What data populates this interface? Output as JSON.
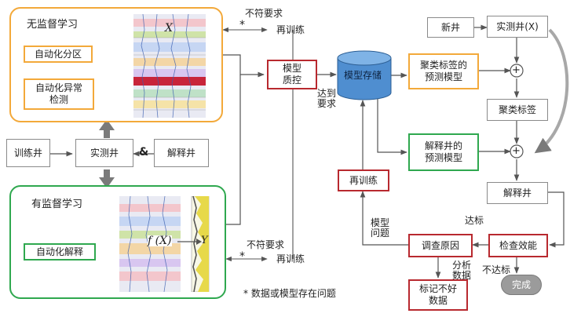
{
  "unsupervised": {
    "title": "无监督学习",
    "item1": "自动化分区",
    "item2": "自动化异常\n检测",
    "plot_label": "X"
  },
  "supervised": {
    "title": "有监督学习",
    "item1": "自动化解释",
    "plot_label": "f (X)",
    "arrow_label": "Y"
  },
  "inputs": {
    "training_well": "训练井",
    "measured_well": "实测井",
    "amp": "&",
    "interpreted_well": "解释井"
  },
  "qc": {
    "model_qc": "模型\n质控",
    "fail_top": "不符要求",
    "retrain_top": "再训练",
    "fail_bottom": "不符要求",
    "retrain_bottom": "再训练",
    "star": "*",
    "meets": "达到\n要求",
    "footnote": "* 数据或模型存在问题"
  },
  "storage": {
    "label": "模型存储"
  },
  "right": {
    "cluster_model": "聚类标签的\n预测模型",
    "interp_model": "解释井的\n预测模型",
    "new_well": "新井",
    "measured_x": "实测井(X)",
    "cluster_label": "聚类标签",
    "interp_well": "解释井",
    "retrain": "再训练",
    "model_problem": "模型\n问题",
    "investigate": "调查原因",
    "reach": "达标",
    "check": "检查效能",
    "analyze": "分析\n数据",
    "fail": "不达标",
    "mark_bad": "标记不好\n数据",
    "done": "完成",
    "plus": "+"
  },
  "colors": {
    "orange": "#f3a93a",
    "green": "#2fa84f",
    "red": "#b8292f",
    "gray_arrow": "#7a7a7a",
    "cylinder": "#5b9bd5"
  }
}
